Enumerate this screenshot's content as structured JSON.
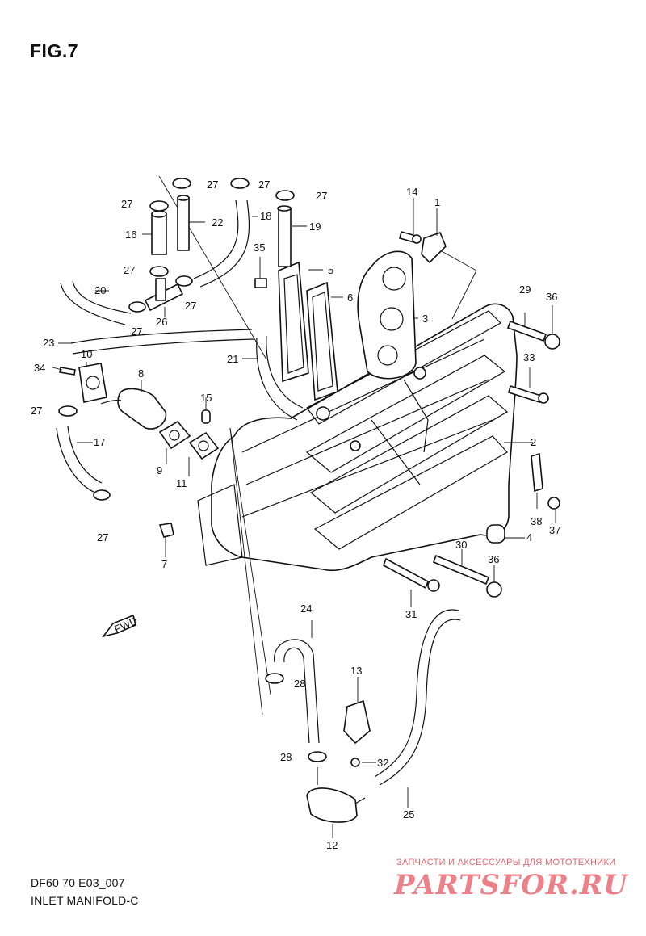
{
  "figure": {
    "title": "FIG.7"
  },
  "caption": {
    "model": "DF60 70 E03_007",
    "name": "INLET MANIFOLD-C"
  },
  "watermark": {
    "top": "ЗАПЧАСТИ И АКСЕССУАРЫ ДЛЯ МОТОТЕХНИКИ",
    "brand": "PARTSFOR.RU",
    "color": "#e8626c"
  },
  "fwd_label": "FWD",
  "callouts": {
    "c1": "1",
    "c2": "2",
    "c3": "3",
    "c4": "4",
    "c5": "5",
    "c6": "6",
    "c7": "7",
    "c8": "8",
    "c9": "9",
    "c10": "10",
    "c11": "11",
    "c12": "12",
    "c13": "13",
    "c14": "14",
    "c15": "15",
    "c16": "16",
    "c17": "17",
    "c18": "18",
    "c19": "19",
    "c20": "20",
    "c21": "21",
    "c22": "22",
    "c23": "23",
    "c24": "24",
    "c25": "25",
    "c26": "26",
    "c27": "27",
    "c28": "28",
    "c29": "29",
    "c30": "30",
    "c31": "31",
    "c32": "32",
    "c33": "33",
    "c34": "34",
    "c35": "35",
    "c36": "36",
    "c37": "37",
    "c38": "38"
  }
}
